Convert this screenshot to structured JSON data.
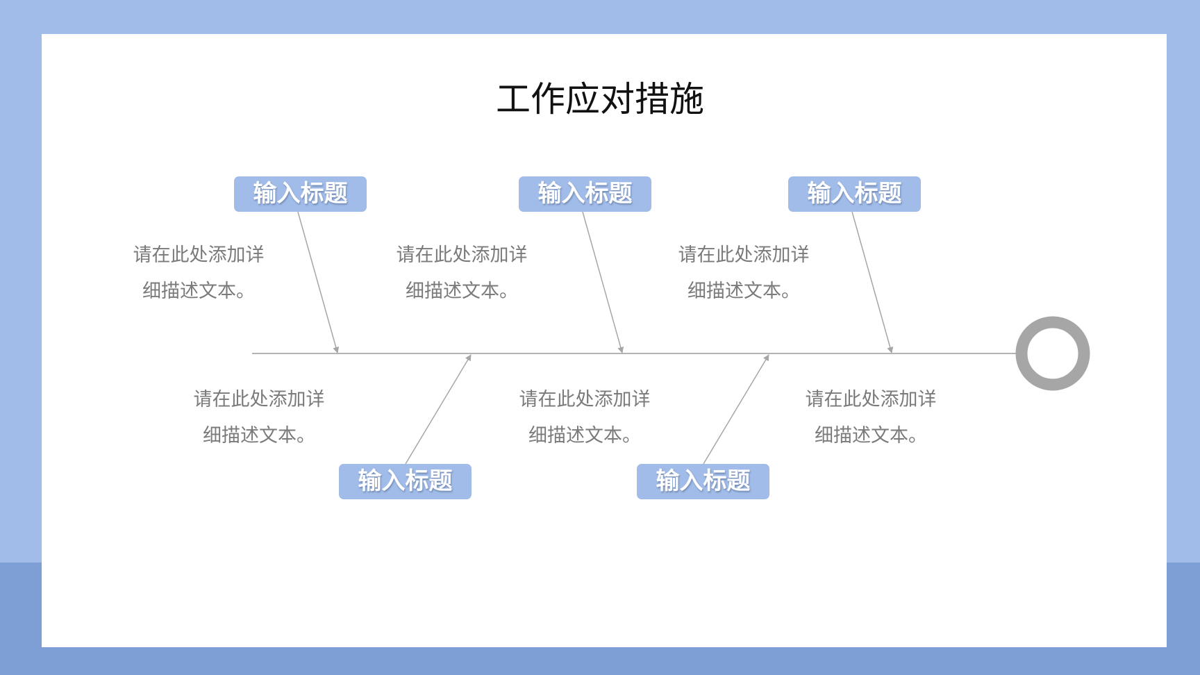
{
  "slide": {
    "title": "工作应对措施"
  },
  "branches": [
    {
      "label": "输入标题",
      "description_line1": "请在此处添加详",
      "description_line2": "细描述文本。"
    },
    {
      "label": "输入标题",
      "description_line1": "请在此处添加详",
      "description_line2": "细描述文本。"
    },
    {
      "label": "输入标题",
      "description_line1": "请在此处添加详",
      "description_line2": "细描述文本。"
    },
    {
      "label": "输入标题",
      "description_line1": "请在此处添加详",
      "description_line2": "细描述文本。"
    },
    {
      "label": "输入标题",
      "description_line1": "请在此处添加详",
      "description_line2": "细描述文本。"
    }
  ],
  "colors": {
    "frame_light": "#a1bce8",
    "frame_dark": "#7d9fd5",
    "label_background": "#a1bce8",
    "line": "#aaaaaa",
    "ring": "#a6a6a6",
    "description_text": "#7a7a7a"
  }
}
